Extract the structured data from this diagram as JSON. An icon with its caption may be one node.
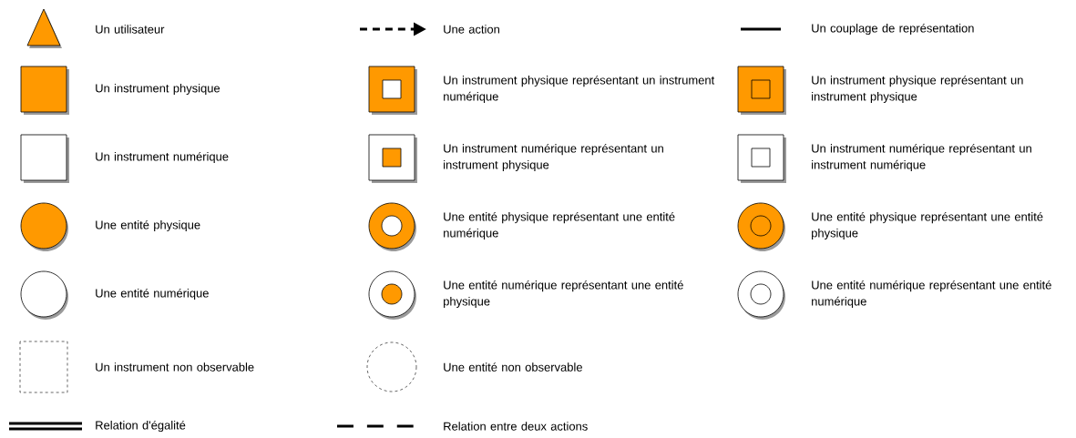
{
  "diagram": {
    "legend": [
      {
        "text": "Un utilisateur"
      },
      {
        "text": "Une action"
      },
      {
        "text": "Un couplage de représentation"
      },
      {
        "text": "Un instrument physique"
      },
      {
        "text": "Un instrument physique représentant un instrument numérique"
      },
      {
        "text": "Un instrument physique représentant un instrument physique"
      },
      {
        "text": "Un instrument numérique"
      },
      {
        "text": "Un instrument numérique représentant un instrument physique"
      },
      {
        "text": "Un instrument numérique représentant un instrument numérique"
      },
      {
        "text": "Une entité physique"
      },
      {
        "text": "Une entité physique représentant une entité numérique"
      },
      {
        "text": "Une entité physique représentant une entité physique"
      },
      {
        "text": "Une entité numérique"
      },
      {
        "text": "Une entité numérique représentant une entité physique"
      },
      {
        "text": "Une entité numérique représentant une entité numérique"
      },
      {
        "text": "Un instrument non observable"
      },
      {
        "text": "Une entité non observable"
      },
      {
        "text": "Relation d'égalité"
      },
      {
        "text": "Relation entre deux actions"
      }
    ]
  }
}
